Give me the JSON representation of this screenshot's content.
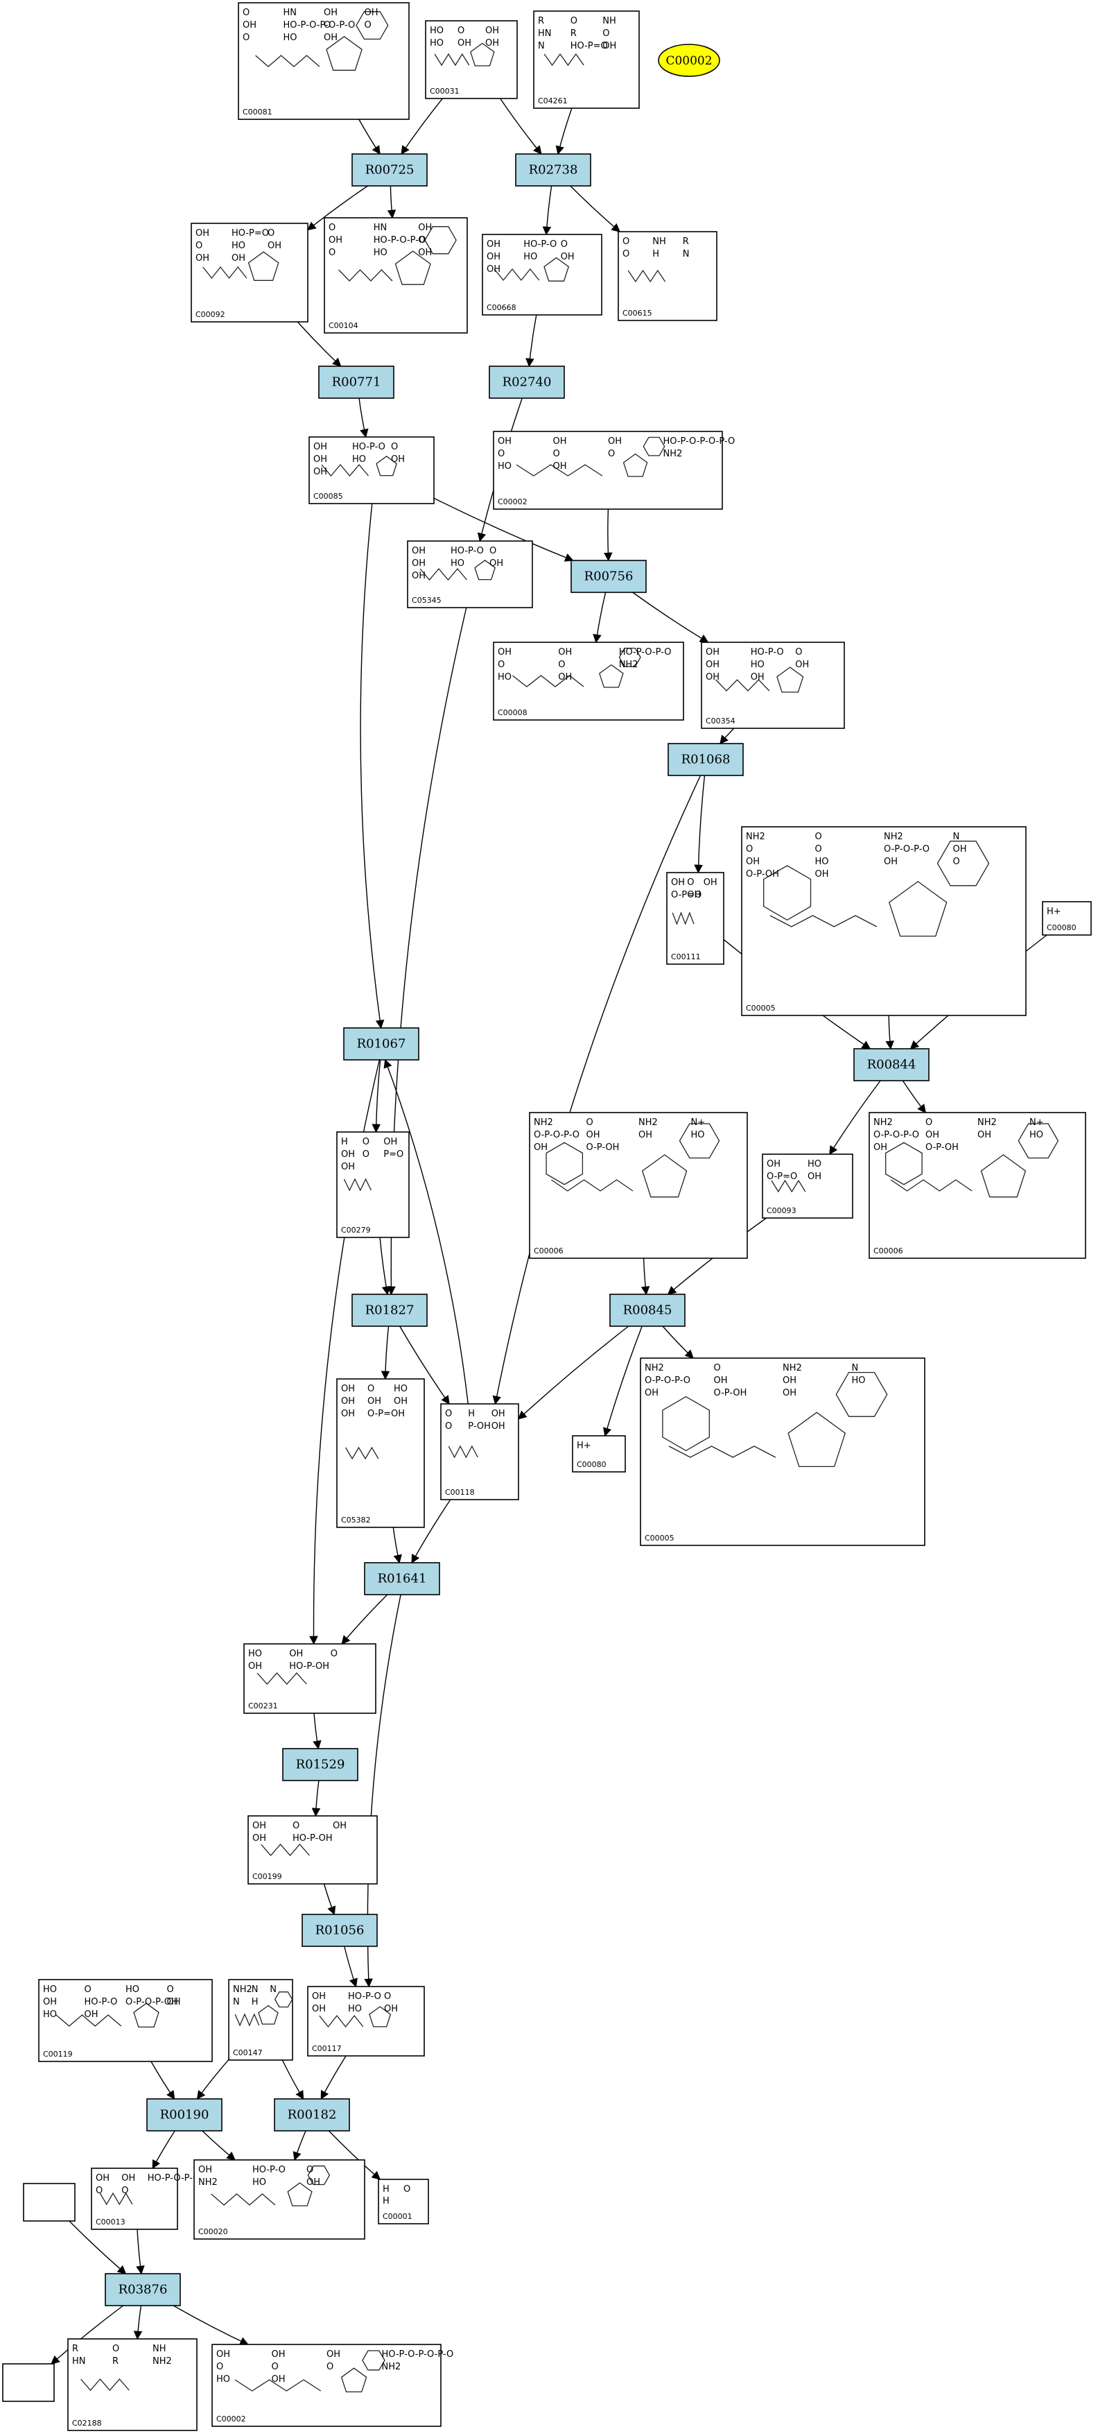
{
  "highlight": {
    "label": "C00002",
    "color": "#ffff00"
  },
  "colors": {
    "reaction_fill": "#add8e6",
    "compound_fill": "#ffffff",
    "stroke": "#000000"
  },
  "reactions": [
    {
      "id": "R00725",
      "label": "R00725"
    },
    {
      "id": "R02738",
      "label": "R02738"
    },
    {
      "id": "R00771",
      "label": "R00771"
    },
    {
      "id": "R02740",
      "label": "R02740"
    },
    {
      "id": "R00756",
      "label": "R00756"
    },
    {
      "id": "R01068",
      "label": "R01068"
    },
    {
      "id": "R01067",
      "label": "R01067"
    },
    {
      "id": "R00844",
      "label": "R00844"
    },
    {
      "id": "R00845",
      "label": "R00845"
    },
    {
      "id": "R01827",
      "label": "R01827"
    },
    {
      "id": "R01641",
      "label": "R01641"
    },
    {
      "id": "R01529",
      "label": "R01529"
    },
    {
      "id": "R01056",
      "label": "R01056"
    },
    {
      "id": "R00190",
      "label": "R00190"
    },
    {
      "id": "R00182",
      "label": "R00182"
    },
    {
      "id": "R03876",
      "label": "R03876"
    }
  ],
  "compounds": [
    {
      "id": "c_C00081",
      "label": "C00081",
      "structure": "IDP",
      "texts": [
        "O",
        "HN",
        "OH",
        "OH",
        "OH",
        "HO-P-O-P-O-P-O",
        "O",
        "O",
        "O",
        "HO",
        "OH"
      ]
    },
    {
      "id": "c_C00031",
      "label": "C00031",
      "structure": "hexose",
      "texts": [
        "HO",
        "O",
        "OH",
        "HO",
        "OH",
        "OH"
      ]
    },
    {
      "id": "c_C04261",
      "label": "C04261",
      "structure": "phospho-his",
      "texts": [
        "R",
        "O",
        "NH",
        "HN",
        "R",
        "O",
        "N",
        "HO-P=O",
        "OH"
      ]
    },
    {
      "id": "c_C00092",
      "label": "C00092",
      "structure": "hexose-P",
      "texts": [
        "OH",
        "HO-P=O",
        "O",
        "O",
        "HO",
        "OH",
        "OH",
        "OH"
      ]
    },
    {
      "id": "c_C00104",
      "label": "C00104",
      "structure": "IDP",
      "texts": [
        "O",
        "HN",
        "OH",
        "OH",
        "HO-P-O-P-O",
        "O",
        "O",
        "HO",
        "OH"
      ]
    },
    {
      "id": "c_C00668",
      "label": "C00668",
      "structure": "hexose-P",
      "texts": [
        "OH",
        "HO-P-O",
        "O",
        "OH",
        "HO",
        "OH",
        "OH"
      ]
    },
    {
      "id": "c_C00615",
      "label": "C00615",
      "structure": "his",
      "texts": [
        "O",
        "NH",
        "R",
        "O",
        "H",
        "N"
      ]
    },
    {
      "id": "c_C00085",
      "label": "C00085",
      "structure": "furanose-P",
      "texts": [
        "OH",
        "HO-P-O",
        "O",
        "OH",
        "HO",
        "OH",
        "OH"
      ]
    },
    {
      "id": "c_C00002",
      "label": "C00002",
      "structure": "ATP",
      "texts": [
        "OH",
        "OH",
        "OH",
        "HO-P-O-P-O-P-O",
        "O",
        "O",
        "O",
        "NH2",
        "HO",
        "OH"
      ]
    },
    {
      "id": "c_C05345",
      "label": "C05345",
      "structure": "furanose-P",
      "texts": [
        "OH",
        "HO-P-O",
        "O",
        "OH",
        "HO",
        "OH",
        "OH"
      ]
    },
    {
      "id": "c_C00008",
      "label": "C00008",
      "structure": "ADP",
      "texts": [
        "OH",
        "OH",
        "HO-P-O-P-O",
        "O",
        "O",
        "NH2",
        "HO",
        "OH"
      ]
    },
    {
      "id": "c_C00354",
      "label": "C00354",
      "structure": "furanose-PP",
      "texts": [
        "OH",
        "HO-P-O",
        "O",
        "OH",
        "HO",
        "OH",
        "OH",
        "OH"
      ]
    },
    {
      "id": "c_C00111",
      "label": "C00111",
      "structure": "dhap",
      "texts": [
        "OH",
        "O",
        "OH",
        "O-P=O",
        "OH"
      ]
    },
    {
      "id": "c_C00005",
      "label": "C00005",
      "structure": "NADPH",
      "texts": [
        "NH2",
        "O",
        "NH2",
        "N",
        "O",
        "O",
        "O-P-O-P-O",
        "OH",
        "OH",
        "HO",
        "OH",
        "O",
        "O-P-OH",
        "OH"
      ]
    },
    {
      "id": "c_C00080a",
      "label": "C00080",
      "structure": "H+",
      "texts": [
        "H+"
      ]
    },
    {
      "id": "c_C00006a",
      "label": "C00006",
      "structure": "NADP",
      "texts": [
        "NH2",
        "O",
        "NH2",
        "N+",
        "O-P-O-P-O",
        "OH",
        "OH",
        "HO",
        "OH",
        "O-P-OH"
      ]
    },
    {
      "id": "c_C00093",
      "label": "C00093",
      "structure": "glycerol-P",
      "texts": [
        "OH",
        "HO",
        "O-P=O",
        "OH"
      ]
    },
    {
      "id": "c_C00006b",
      "label": "C00006",
      "structure": "NADP",
      "texts": [
        "NH2",
        "O",
        "NH2",
        "N+",
        "O-P-O-P-O",
        "OH",
        "OH",
        "HO",
        "OH",
        "O-P-OH"
      ]
    },
    {
      "id": "c_C00279",
      "label": "C00279",
      "structure": "erythrose-P",
      "texts": [
        "H",
        "O",
        "OH",
        "OH",
        "O",
        "P=O",
        "OH"
      ]
    },
    {
      "id": "c_C05382",
      "label": "C05382",
      "structure": "sedoheptulose-P",
      "texts": [
        "OH",
        "O",
        "HO",
        "OH",
        "OH",
        "OH",
        "OH",
        "O-P=OH"
      ]
    },
    {
      "id": "c_C00118",
      "label": "C00118",
      "structure": "GAP",
      "texts": [
        "O",
        "H",
        "OH",
        "O",
        "P-OH",
        "OH"
      ]
    },
    {
      "id": "c_C00080b",
      "label": "C00080",
      "structure": "H+",
      "texts": [
        "H+"
      ]
    },
    {
      "id": "c_C00005b",
      "label": "C00005",
      "structure": "NADPH",
      "texts": [
        "NH2",
        "O",
        "NH2",
        "N",
        "O-P-O-P-O",
        "OH",
        "OH",
        "HO",
        "OH",
        "O-P-OH",
        "OH"
      ]
    },
    {
      "id": "c_C00231",
      "label": "C00231",
      "structure": "xylulose-P",
      "texts": [
        "HO",
        "OH",
        "O",
        "OH",
        "HO-P-OH"
      ]
    },
    {
      "id": "c_C00199",
      "label": "C00199",
      "structure": "ribulose-P",
      "texts": [
        "OH",
        "O",
        "OH",
        "OH",
        "HO-P-OH"
      ]
    },
    {
      "id": "c_C00119",
      "label": "C00119",
      "structure": "PRPP",
      "texts": [
        "HO",
        "O",
        "HO",
        "O",
        "OH",
        "HO-P-O",
        "O-P-O-P-OH",
        "OH",
        "HO",
        "OH"
      ]
    },
    {
      "id": "c_C00147",
      "label": "C00147",
      "structure": "adenine",
      "texts": [
        "NH2",
        "N",
        "N",
        "N",
        "H"
      ]
    },
    {
      "id": "c_C00117",
      "label": "C00117",
      "structure": "ribose-P",
      "texts": [
        "OH",
        "HO-P-O",
        "O",
        "OH",
        "HO",
        "OH"
      ]
    },
    {
      "id": "c_C00013",
      "label": "C00013",
      "structure": "PPi",
      "texts": [
        "OH",
        "OH",
        "HO-P-O-P-OH",
        "O",
        "O"
      ]
    },
    {
      "id": "c_C00020",
      "label": "C00020",
      "structure": "AMP",
      "texts": [
        "OH",
        "HO-P-O",
        "O",
        "NH2",
        "HO",
        "OH"
      ]
    },
    {
      "id": "c_C00001",
      "label": "C00001",
      "structure": "H2O",
      "texts": [
        "H",
        "O",
        "H"
      ]
    },
    {
      "id": "c_blank1",
      "label": "",
      "structure": "empty",
      "texts": []
    },
    {
      "id": "c_C02188",
      "label": "C02188",
      "structure": "lysyl",
      "texts": [
        "R",
        "O",
        "NH",
        "HN",
        "R",
        "NH2"
      ]
    },
    {
      "id": "c_C00002b",
      "label": "C00002",
      "structure": "ATP",
      "texts": [
        "OH",
        "OH",
        "OH",
        "HO-P-O-P-O-P-O",
        "O",
        "O",
        "O",
        "NH2",
        "HO",
        "OH"
      ]
    },
    {
      "id": "c_blank2",
      "label": "",
      "structure": "empty",
      "texts": []
    }
  ]
}
